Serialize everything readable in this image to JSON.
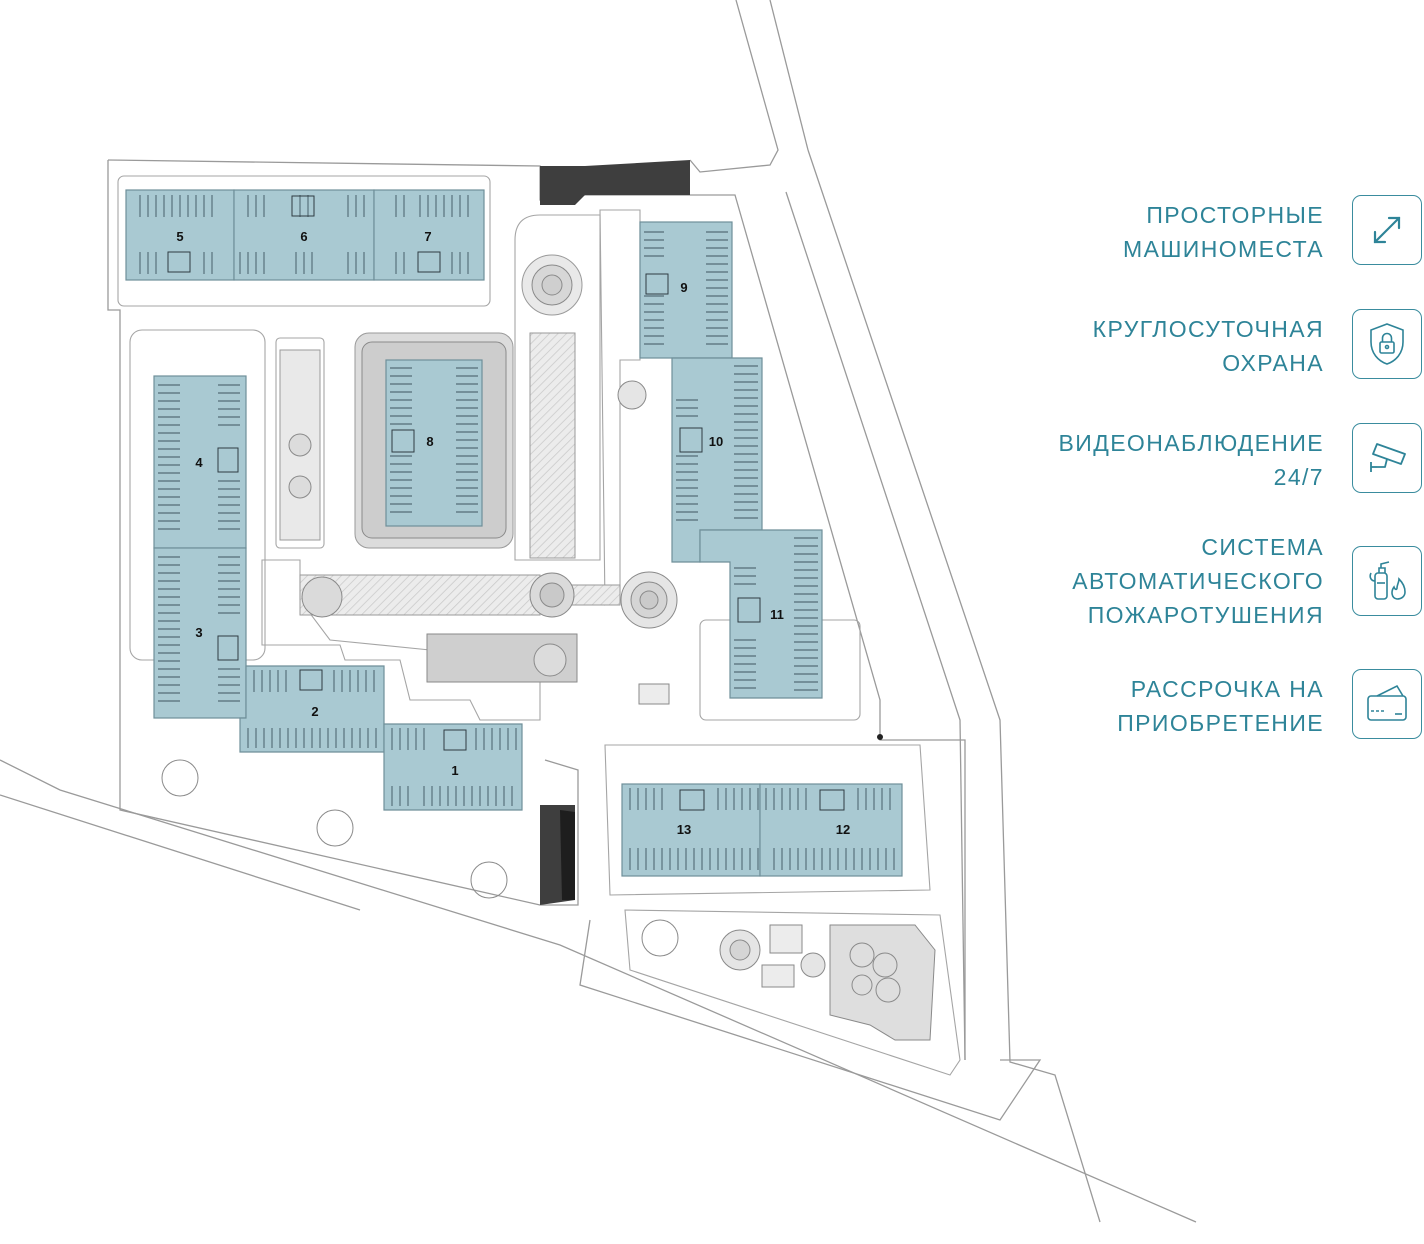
{
  "colors": {
    "accent": "#2e8498",
    "parking_fill": "#a9c9d2",
    "line": "#9a9a9a",
    "dark_ramp": "#3e3e3e"
  },
  "map": {
    "sections": [
      {
        "number": "1",
        "label": "1"
      },
      {
        "number": "2",
        "label": "2"
      },
      {
        "number": "3",
        "label": "3"
      },
      {
        "number": "4",
        "label": "4"
      },
      {
        "number": "5",
        "label": "5"
      },
      {
        "number": "6",
        "label": "6"
      },
      {
        "number": "7",
        "label": "7"
      },
      {
        "number": "8",
        "label": "8"
      },
      {
        "number": "9",
        "label": "9"
      },
      {
        "number": "10",
        "label": "10"
      },
      {
        "number": "11",
        "label": "11"
      },
      {
        "number": "12",
        "label": "12"
      },
      {
        "number": "13",
        "label": "13"
      }
    ]
  },
  "features": [
    {
      "lines": [
        "ПРОСТОРНЫЕ",
        "МАШИНОМЕСТА"
      ],
      "icon": "expand-arrows-icon"
    },
    {
      "lines": [
        "КРУГЛОСУТОЧНАЯ",
        "ОХРАНА"
      ],
      "icon": "shield-lock-icon"
    },
    {
      "lines": [
        "ВИДЕОНАБЛЮДЕНИЕ",
        "24/7"
      ],
      "icon": "cctv-camera-icon"
    },
    {
      "lines": [
        "СИСТЕМА",
        "АВТОМАТИЧЕСКОГО",
        "ПОЖАРОТУШЕНИЯ"
      ],
      "icon": "fire-extinguisher-icon"
    },
    {
      "lines": [
        "РАССРОЧКА НА",
        "ПРИОБРЕТЕНИЕ"
      ],
      "icon": "credit-card-icon"
    }
  ]
}
